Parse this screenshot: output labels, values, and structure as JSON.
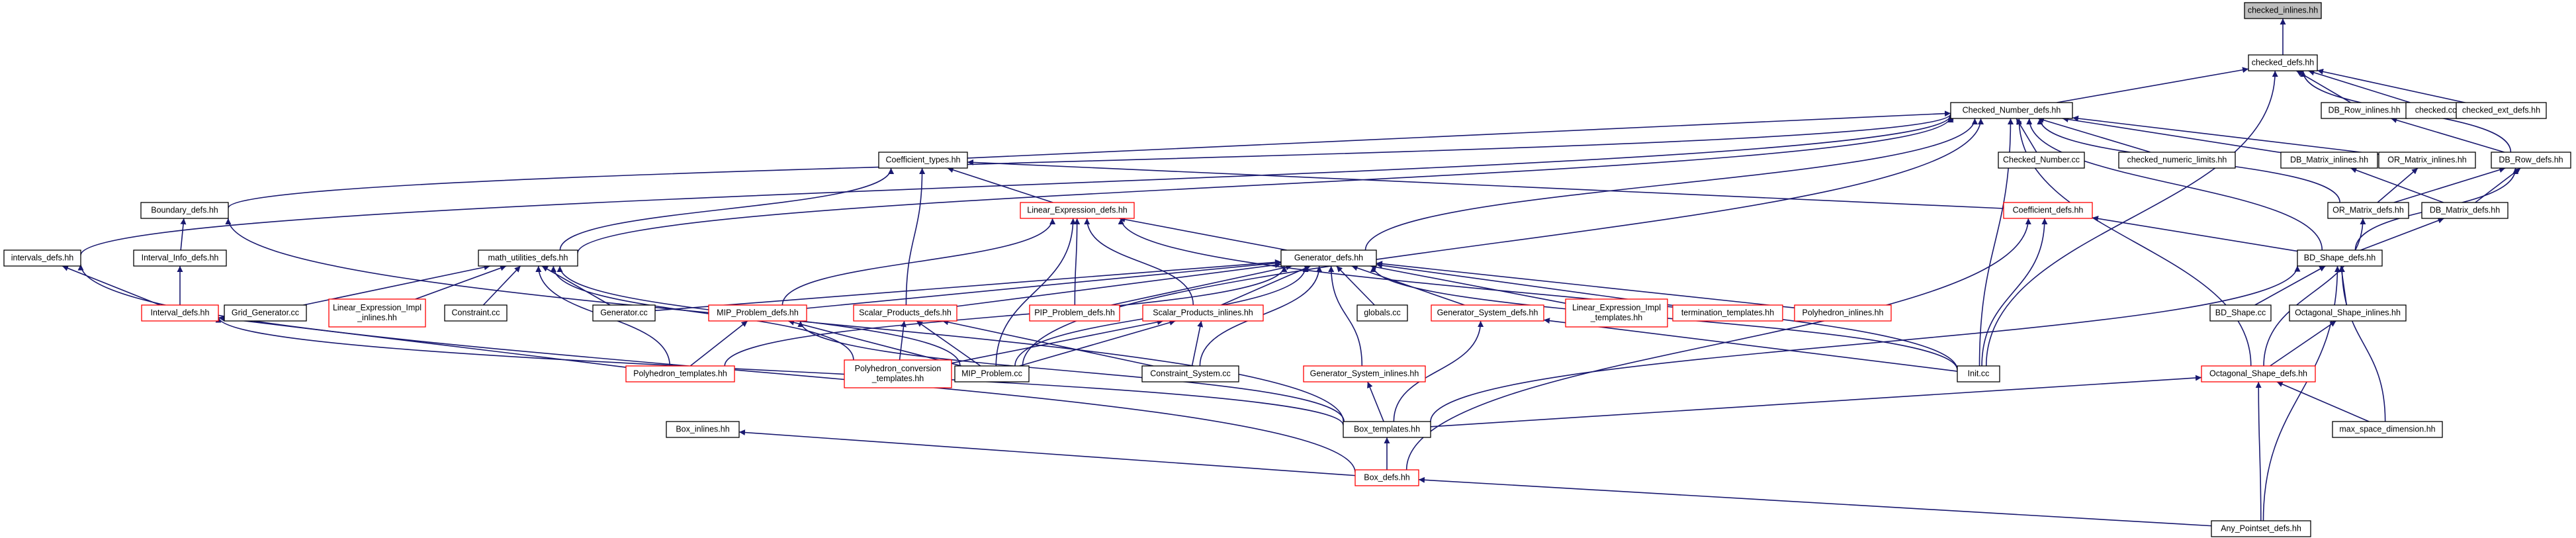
{
  "colors": {
    "edge": "#191970",
    "node_border_black": "#000000",
    "node_border_red": "#ff0000",
    "root_fill": "#bfbfbf",
    "node_fill": "#ffffff",
    "text": "#000000"
  },
  "nodes": [
    {
      "id": "n0",
      "lines": [
        "checked_inlines.hh"
      ],
      "border": "black",
      "root": true
    },
    {
      "id": "n1",
      "lines": [
        "checked_defs.hh"
      ],
      "border": "black"
    },
    {
      "id": "n2",
      "lines": [
        "Checked_Number_defs.hh"
      ],
      "border": "black"
    },
    {
      "id": "n3",
      "lines": [
        "DB_Row_inlines.hh"
      ],
      "border": "black"
    },
    {
      "id": "n4",
      "lines": [
        "checked.cc"
      ],
      "border": "black"
    },
    {
      "id": "n5",
      "lines": [
        "checked_ext_defs.hh"
      ],
      "border": "black"
    },
    {
      "id": "n6",
      "lines": [
        "Coefficient_types.hh"
      ],
      "border": "black"
    },
    {
      "id": "n7",
      "lines": [
        "Checked_Number.cc"
      ],
      "border": "black"
    },
    {
      "id": "n8",
      "lines": [
        "checked_numeric_limits.hh"
      ],
      "border": "black"
    },
    {
      "id": "n9",
      "lines": [
        "DB_Matrix_inlines.hh"
      ],
      "border": "black"
    },
    {
      "id": "n10",
      "lines": [
        "OR_Matrix_inlines.hh"
      ],
      "border": "black"
    },
    {
      "id": "n11",
      "lines": [
        "DB_Row_defs.hh"
      ],
      "border": "black"
    },
    {
      "id": "n12",
      "lines": [
        "Boundary_defs.hh"
      ],
      "border": "black"
    },
    {
      "id": "n13",
      "lines": [
        "Linear_Expression_defs.hh"
      ],
      "border": "red"
    },
    {
      "id": "n14",
      "lines": [
        "Coefficient_defs.hh"
      ],
      "border": "red"
    },
    {
      "id": "n15",
      "lines": [
        "OR_Matrix_defs.hh"
      ],
      "border": "black"
    },
    {
      "id": "n16",
      "lines": [
        "DB_Matrix_defs.hh"
      ],
      "border": "black"
    },
    {
      "id": "n17",
      "lines": [
        "Interval_Info_defs.hh"
      ],
      "border": "black"
    },
    {
      "id": "n18",
      "lines": [
        "intervals_defs.hh"
      ],
      "border": "black"
    },
    {
      "id": "n19",
      "lines": [
        "math_utilities_defs.hh"
      ],
      "border": "black"
    },
    {
      "id": "n20",
      "lines": [
        "Generator_defs.hh"
      ],
      "border": "black"
    },
    {
      "id": "n21",
      "lines": [
        "BD_Shape_defs.hh"
      ],
      "border": "black"
    },
    {
      "id": "n22",
      "lines": [
        "Interval_defs.hh"
      ],
      "border": "red"
    },
    {
      "id": "n23",
      "lines": [
        "Grid_Generator.cc"
      ],
      "border": "black"
    },
    {
      "id": "n24",
      "lines": [
        "Linear_Expression_Impl",
        "_inlines.hh"
      ],
      "border": "red"
    },
    {
      "id": "n25",
      "lines": [
        "Constraint.cc"
      ],
      "border": "black"
    },
    {
      "id": "n26",
      "lines": [
        "Generator.cc"
      ],
      "border": "black"
    },
    {
      "id": "n27",
      "lines": [
        "MIP_Problem_defs.hh"
      ],
      "border": "red"
    },
    {
      "id": "n28",
      "lines": [
        "Scalar_Products_defs.hh"
      ],
      "border": "red"
    },
    {
      "id": "n29",
      "lines": [
        "PIP_Problem_defs.hh"
      ],
      "border": "red"
    },
    {
      "id": "n30",
      "lines": [
        "Scalar_Products_inlines.hh"
      ],
      "border": "red"
    },
    {
      "id": "n31",
      "lines": [
        "globals.cc"
      ],
      "border": "black"
    },
    {
      "id": "n32",
      "lines": [
        "Generator_System_defs.hh"
      ],
      "border": "red"
    },
    {
      "id": "n33",
      "lines": [
        "Linear_Expression_Impl",
        "_templates.hh"
      ],
      "border": "red"
    },
    {
      "id": "n34",
      "lines": [
        "termination_templates.hh"
      ],
      "border": "red"
    },
    {
      "id": "n35",
      "lines": [
        "Polyhedron_inlines.hh"
      ],
      "border": "red"
    },
    {
      "id": "n36",
      "lines": [
        "BD_Shape.cc"
      ],
      "border": "black"
    },
    {
      "id": "n37",
      "lines": [
        "Octagonal_Shape_inlines.hh"
      ],
      "border": "black"
    },
    {
      "id": "n38",
      "lines": [
        "Polyhedron_templates.hh"
      ],
      "border": "red"
    },
    {
      "id": "n39",
      "lines": [
        "Polyhedron_conversion",
        "_templates.hh"
      ],
      "border": "red"
    },
    {
      "id": "n40",
      "lines": [
        "MIP_Problem.cc"
      ],
      "border": "black"
    },
    {
      "id": "n41",
      "lines": [
        "Constraint_System.cc"
      ],
      "border": "black"
    },
    {
      "id": "n42",
      "lines": [
        "Generator_System_inlines.hh"
      ],
      "border": "red"
    },
    {
      "id": "n43",
      "lines": [
        "Init.cc"
      ],
      "border": "black"
    },
    {
      "id": "n44",
      "lines": [
        "Octagonal_Shape_defs.hh"
      ],
      "border": "red"
    },
    {
      "id": "n45",
      "lines": [
        "Box_inlines.hh"
      ],
      "border": "black"
    },
    {
      "id": "n46",
      "lines": [
        "Box_templates.hh"
      ],
      "border": "black"
    },
    {
      "id": "n47",
      "lines": [
        "max_space_dimension.hh"
      ],
      "border": "black"
    },
    {
      "id": "n48",
      "lines": [
        "Box_defs.hh"
      ],
      "border": "red"
    },
    {
      "id": "n49",
      "lines": [
        "Any_Pointset_defs.hh"
      ],
      "border": "black"
    }
  ],
  "edges": [
    [
      "n0",
      "n1"
    ],
    [
      "n1",
      "n2"
    ],
    [
      "n1",
      "n3"
    ],
    [
      "n1",
      "n4"
    ],
    [
      "n1",
      "n5"
    ],
    [
      "n1",
      "n43"
    ],
    [
      "n1",
      "n11"
    ],
    [
      "n2",
      "n6"
    ],
    [
      "n2",
      "n7"
    ],
    [
      "n2",
      "n8"
    ],
    [
      "n2",
      "n9"
    ],
    [
      "n2",
      "n10"
    ],
    [
      "n2",
      "n12"
    ],
    [
      "n2",
      "n18"
    ],
    [
      "n2",
      "n19"
    ],
    [
      "n2",
      "n20"
    ],
    [
      "n2",
      "n21"
    ],
    [
      "n2",
      "n40"
    ],
    [
      "n2",
      "n43"
    ],
    [
      "n2",
      "n44"
    ],
    [
      "n2",
      "n15"
    ],
    [
      "n3",
      "n11"
    ],
    [
      "n9",
      "n16"
    ],
    [
      "n10",
      "n15"
    ],
    [
      "n11",
      "n15"
    ],
    [
      "n11",
      "n16"
    ],
    [
      "n11",
      "n21"
    ],
    [
      "n6",
      "n13"
    ],
    [
      "n6",
      "n14"
    ],
    [
      "n6",
      "n19"
    ],
    [
      "n6",
      "n28"
    ],
    [
      "n12",
      "n17"
    ],
    [
      "n12",
      "n46"
    ],
    [
      "n17",
      "n22"
    ],
    [
      "n18",
      "n22"
    ],
    [
      "n18",
      "n48"
    ],
    [
      "n13",
      "n20"
    ],
    [
      "n13",
      "n27"
    ],
    [
      "n13",
      "n29"
    ],
    [
      "n13",
      "n30"
    ],
    [
      "n13",
      "n40"
    ],
    [
      "n13",
      "n43"
    ],
    [
      "n14",
      "n21"
    ],
    [
      "n14",
      "n43"
    ],
    [
      "n14",
      "n48"
    ],
    [
      "n15",
      "n44"
    ],
    [
      "n16",
      "n21"
    ],
    [
      "n19",
      "n23"
    ],
    [
      "n19",
      "n24"
    ],
    [
      "n19",
      "n25"
    ],
    [
      "n19",
      "n26"
    ],
    [
      "n19",
      "n38"
    ],
    [
      "n19",
      "n40"
    ],
    [
      "n19",
      "n39"
    ],
    [
      "n20",
      "n26"
    ],
    [
      "n20",
      "n27"
    ],
    [
      "n20",
      "n28"
    ],
    [
      "n20",
      "n29"
    ],
    [
      "n20",
      "n30"
    ],
    [
      "n20",
      "n31"
    ],
    [
      "n20",
      "n32"
    ],
    [
      "n20",
      "n33"
    ],
    [
      "n20",
      "n34"
    ],
    [
      "n20",
      "n35"
    ],
    [
      "n20",
      "n38"
    ],
    [
      "n20",
      "n40"
    ],
    [
      "n20",
      "n41"
    ],
    [
      "n20",
      "n42"
    ],
    [
      "n20",
      "n43"
    ],
    [
      "n21",
      "n36"
    ],
    [
      "n21",
      "n37"
    ],
    [
      "n21",
      "n46"
    ],
    [
      "n21",
      "n47"
    ],
    [
      "n21",
      "n49"
    ],
    [
      "n22",
      "n38"
    ],
    [
      "n22",
      "n46"
    ],
    [
      "n27",
      "n38"
    ],
    [
      "n27",
      "n40"
    ],
    [
      "n27",
      "n46"
    ],
    [
      "n28",
      "n39"
    ],
    [
      "n28",
      "n40"
    ],
    [
      "n28",
      "n41"
    ],
    [
      "n30",
      "n39"
    ],
    [
      "n30",
      "n40"
    ],
    [
      "n30",
      "n41"
    ],
    [
      "n32",
      "n43"
    ],
    [
      "n32",
      "n46"
    ],
    [
      "n42",
      "n46"
    ],
    [
      "n37",
      "n44"
    ],
    [
      "n44",
      "n46"
    ],
    [
      "n44",
      "n47"
    ],
    [
      "n44",
      "n49"
    ],
    [
      "n45",
      "n48"
    ],
    [
      "n46",
      "n48"
    ],
    [
      "n48",
      "n49"
    ]
  ]
}
